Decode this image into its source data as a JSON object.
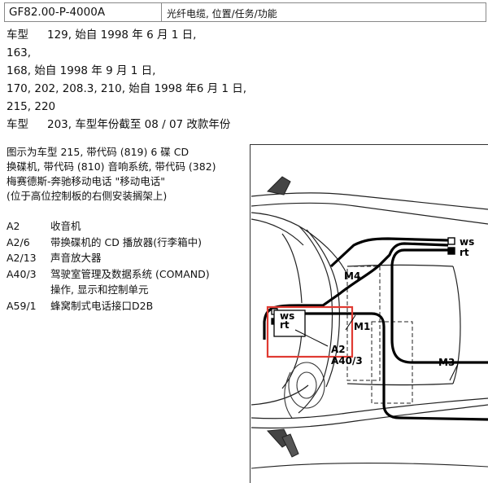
{
  "header": {
    "code": "GF82.00-P-4000A",
    "title": "光纤电缆, 位置/任务/功能"
  },
  "applicability": {
    "label1": "车型",
    "line1": "129, 始自 1998 年 6 月 1 日,",
    "line2": "163,",
    "line3": "168, 始自 1998 年 9 月 1 日,",
    "line4": "170, 202, 208.3, 210, 始自 1998 年6 月 1 日,",
    "line5": "215, 220",
    "label2": "车型",
    "line6": "203, 车型年份截至 08 / 07 改款年份"
  },
  "description": {
    "line1": "图示为车型 215, 带代码 (819) 6 碟 CD",
    "line2": "换碟机, 带代码 (810) 音响系统, 带代码 (382)",
    "line3": "梅赛德斯-奔驰移动电话 \"移动电话\"",
    "line4": "(位于高位控制板的右侧安装搁架上)"
  },
  "legend": [
    {
      "key": "A2",
      "value": "收音机"
    },
    {
      "key": "A2/6",
      "value": "带换碟机的 CD 播放器(行李箱中)"
    },
    {
      "key": "A2/13",
      "value": "声音放大器"
    },
    {
      "key": "A40/3",
      "value": "驾驶室管理及数据系统 (COMAND)"
    },
    {
      "key": "",
      "value": "操作, 显示和控制单元"
    },
    {
      "key": "A59/1",
      "value": "蜂窝制式电话接口D2B"
    }
  ],
  "figure": {
    "label_ws_top": "ws",
    "label_rt_top": "rt",
    "label_ws_bottom": "ws",
    "label_rt_bottom": "rt",
    "label_m4": "M4",
    "label_m1": "M1",
    "label_m3": "M3",
    "label_a2": "A2",
    "label_a403": "A40/3",
    "colors": {
      "highlight": "#e03a32",
      "line": "#000000"
    }
  }
}
